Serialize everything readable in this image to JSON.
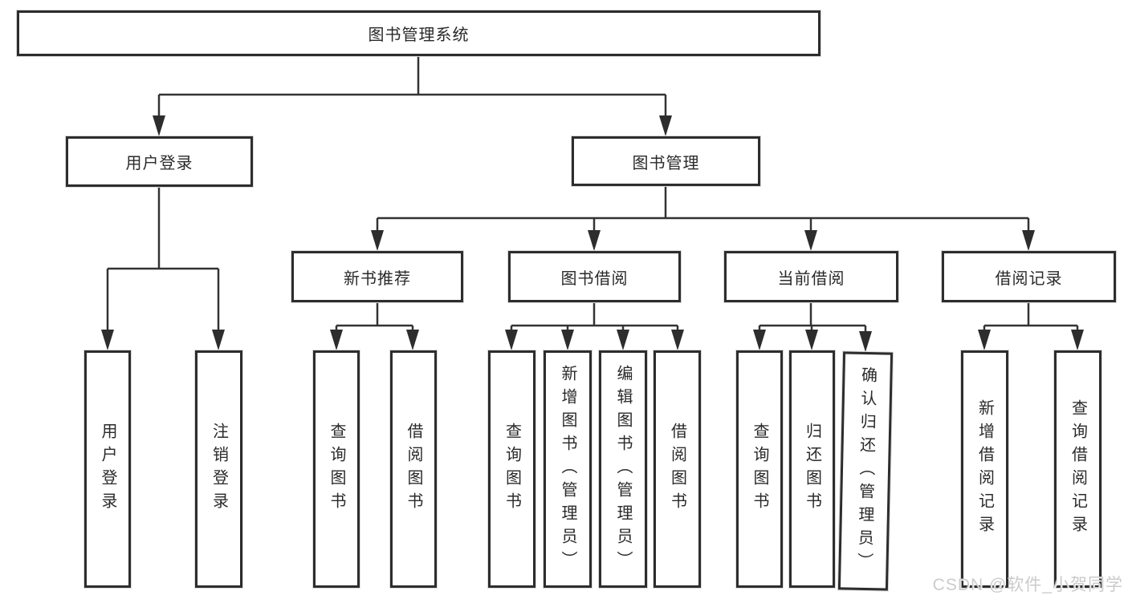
{
  "tree": {
    "root": {
      "label": "图书管理系统"
    },
    "level2": [
      {
        "label": "用户登录",
        "children": [
          "用户登录",
          "注销登录"
        ]
      },
      {
        "label": "图书管理",
        "sections": [
          {
            "label": "新书推荐",
            "children": [
              "查询图书",
              "借阅图书"
            ]
          },
          {
            "label": "图书借阅",
            "children": [
              "查询图书",
              "新增图书（管理员）",
              "编辑图书（管理员）",
              "借阅图书"
            ]
          },
          {
            "label": "当前借阅",
            "children": [
              "查询图书",
              "归还图书",
              "确认归还（管理员）"
            ]
          },
          {
            "label": "借阅记录",
            "children": [
              "新增借阅记录",
              "查询借阅记录"
            ]
          }
        ]
      }
    ]
  },
  "watermark": {
    "text": "CSDN @软件_小贺同学"
  },
  "colors": {
    "line": "#333333",
    "box_border": "#2d2d2d",
    "text": "#2a2a2a",
    "background": "#ffffff",
    "watermark": "#cbcbcb"
  }
}
